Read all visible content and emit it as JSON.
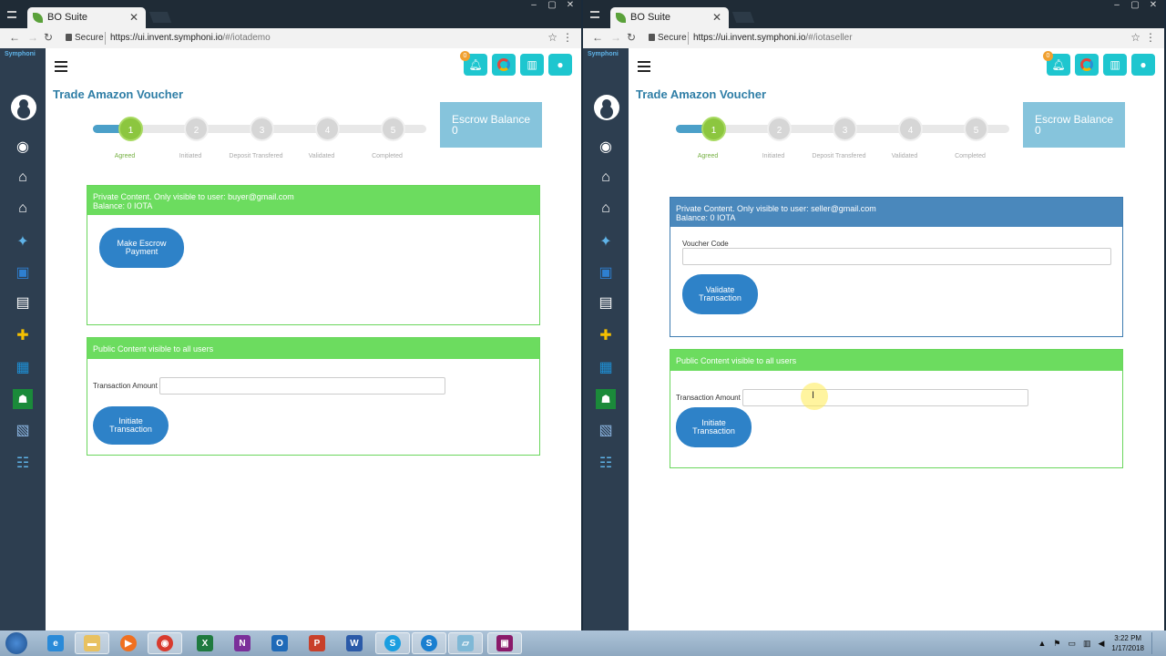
{
  "browser": {
    "tab_title": "BO Suite",
    "secure_label": "Secure",
    "left_url_host": "https://ui.invent.symphoni.io",
    "left_url_path": "/#/iotademo",
    "right_url_host": "https://ui.invent.symphoni.io",
    "right_url_path": "/#/iotaseller"
  },
  "app": {
    "brand": "Symphoni",
    "notification_count": "0",
    "page_title": "Trade Amazon Voucher",
    "escrow_label": "Escrow Balance",
    "escrow_value": "0"
  },
  "steps": [
    {
      "num": "1",
      "label": "Agreed"
    },
    {
      "num": "2",
      "label": "Initiated"
    },
    {
      "num": "3",
      "label": "Deposit Transfered"
    },
    {
      "num": "4",
      "label": "Validated"
    },
    {
      "num": "5",
      "label": "Completed"
    }
  ],
  "left": {
    "private_header": "Private Content. Only visible to user: buyer@gmail.com",
    "private_balance": "Balance: 0 IOTA",
    "make_escrow_button": "Make Escrow Payment",
    "public_header": "Public Content visible to all users",
    "transaction_amount_label": "Transaction Amount",
    "initiate_button": "Initiate Transaction"
  },
  "right": {
    "private_header": "Private Content. Only visible to user: seller@gmail.com",
    "private_balance": "Balance: 0 IOTA",
    "voucher_code_label": "Voucher Code",
    "validate_button": "Validate Transaction",
    "public_header": "Public Content visible to all users",
    "transaction_amount_label": "Transaction Amount",
    "initiate_button": "Initiate Transaction"
  },
  "taskbar": {
    "time": "3:22 PM",
    "date": "1/17/2018"
  },
  "colors": {
    "accent_teal": "#1ec6cf",
    "title_blue": "#2f7ea6",
    "panel_green": "#6cdc5f",
    "panel_blue": "#4a88bc",
    "button_blue": "#2e82c8",
    "step_active": "#8cc63f",
    "sidebar": "#2d3e50"
  }
}
